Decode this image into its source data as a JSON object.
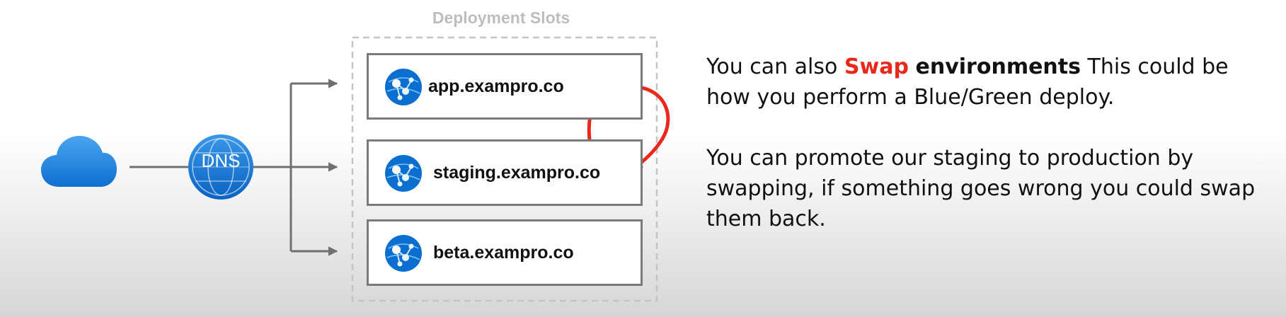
{
  "diagram": {
    "slots_title": "Deployment Slots",
    "dns_label": "DNS",
    "slots": [
      {
        "label": "app.exampro.co"
      },
      {
        "label": "staging.exampro.co"
      },
      {
        "label": "beta.exampro.co"
      }
    ]
  },
  "notes": {
    "p1_pre": "You can also ",
    "p1_swap": "Swap",
    "p1_env": "environments",
    "p1_post": " This could be how you perform a Blue/Green deploy.",
    "p2": "You can promote our staging to production by swapping, if something goes wrong you could swap them back."
  },
  "colors": {
    "azure_blue": "#0a6fcf",
    "cloud_blue": "#1a87e0",
    "arrow_gray": "#707070",
    "swap_red": "#e8291c",
    "title_gray": "#bdbdbd"
  }
}
